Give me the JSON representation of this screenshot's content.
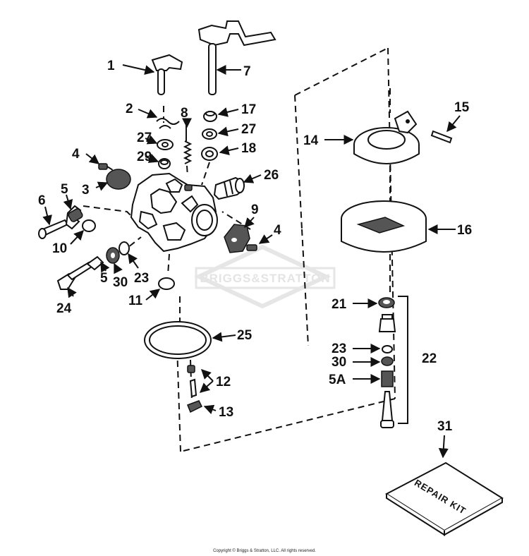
{
  "watermark": {
    "text": "BRIGGS&STRATTON"
  },
  "copyright": "Copyright © Briggs & Stratton, LLC. All rights reserved.",
  "repair_kit": {
    "text": "REPAIR KIT"
  },
  "callouts": {
    "c1": "1",
    "c2": "2",
    "c3": "3",
    "c4a": "4",
    "c4b": "4",
    "c5a": "5",
    "c5b": "5",
    "c5A": "5A",
    "c6": "6",
    "c7": "7",
    "c8": "8",
    "c9": "9",
    "c10": "10",
    "c11": "11",
    "c12": "12",
    "c13": "13",
    "c14": "14",
    "c15": "15",
    "c16": "16",
    "c17": "17",
    "c18": "18",
    "c21": "21",
    "c22": "22",
    "c23a": "23",
    "c23b": "23",
    "c24": "24",
    "c25": "25",
    "c26": "26",
    "c27a": "27",
    "c27b": "27",
    "c29": "29",
    "c30a": "30",
    "c30b": "30",
    "c31": "31"
  }
}
